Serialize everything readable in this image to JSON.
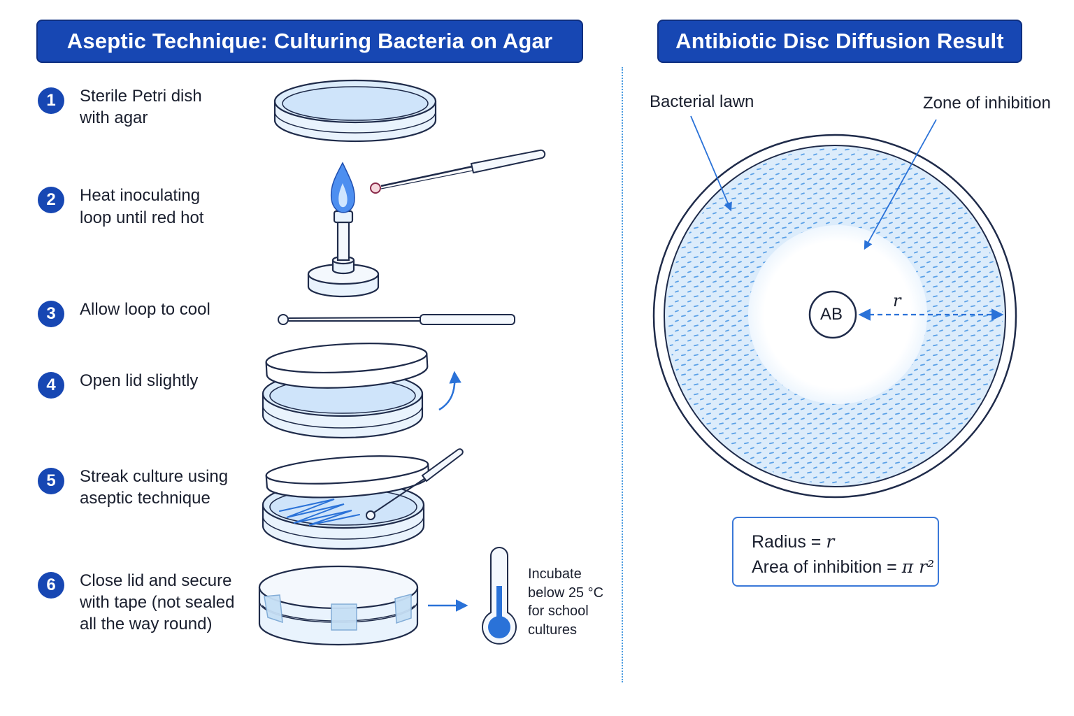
{
  "left_panel": {
    "title": "Aseptic Technique: Culturing Bacteria on Agar",
    "steps": [
      {
        "num": "1",
        "text": "Sterile Petri dish\nwith agar"
      },
      {
        "num": "2",
        "text": "Heat inoculating\nloop until red hot"
      },
      {
        "num": "3",
        "text": "Allow loop to cool"
      },
      {
        "num": "4",
        "text": "Open lid slightly"
      },
      {
        "num": "5",
        "text": "Streak culture using\naseptic technique"
      },
      {
        "num": "6",
        "text": "Close lid and secure\nwith tape (not sealed\nall the way round)"
      }
    ],
    "incubate_note": "Incubate\nbelow 25 °C\nfor school\ncultures"
  },
  "right_panel": {
    "title": "Antibiotic Disc Diffusion Result",
    "label_lawn": "Bacterial lawn",
    "label_zone": "Zone of inhibition",
    "disc_label": "AB",
    "radius_symbol": "r",
    "formula": {
      "radius_prefix": "Radius = ",
      "radius_var": "r",
      "area_prefix": "Area of inhibition = ",
      "area_var": "π r²"
    }
  },
  "colors": {
    "accent": "#1747b3",
    "outline": "#1f2b4a",
    "agar": "#dcecfb",
    "dots": "#5aa0e6",
    "arrow": "#2a72d8"
  }
}
